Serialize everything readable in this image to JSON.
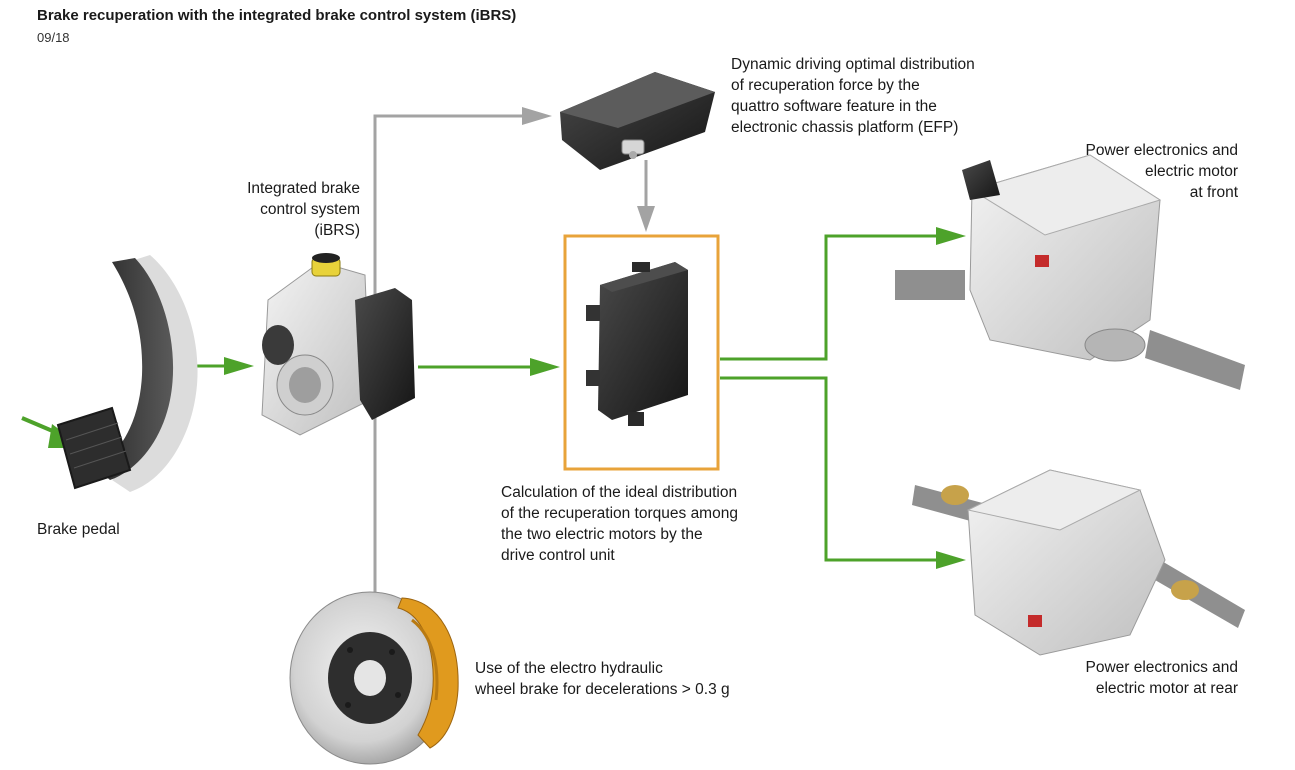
{
  "header": {
    "title": "Brake recuperation with the integrated brake control system (iBRS)",
    "date": "09/18"
  },
  "labels": {
    "efp": [
      "Dynamic driving optimal distribution",
      "of recuperation force by the",
      "quattro software feature in the",
      "electronic chassis platform (EFP)"
    ],
    "ibrs": [
      "Integrated brake",
      "control system",
      "(iBRS)"
    ],
    "pedal": [
      "Brake pedal"
    ],
    "calc": [
      "Calculation of the ideal distribution",
      "of the recuperation torques among",
      "the two electric motors by the",
      "drive control unit"
    ],
    "wheel": [
      "Use of the electro hydraulic",
      "wheel brake for decelerations > 0.3 g"
    ],
    "front": [
      "Power electronics and",
      "electric motor",
      "at front"
    ],
    "rear": [
      "Power electronics and",
      "electric motor at rear"
    ]
  },
  "colors": {
    "green_arrow": "#4da22a",
    "grey_arrow": "#a3a3a3",
    "highlight_box": "#e8a33a",
    "caliper": "#e09a1e"
  }
}
